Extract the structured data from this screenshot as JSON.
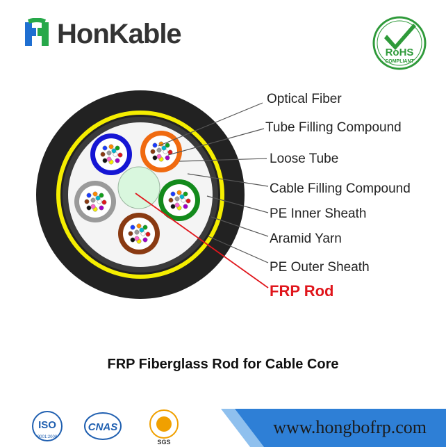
{
  "brand": {
    "name": "HonKable"
  },
  "badge": {
    "top": "RoHS",
    "bottom": "COMPLIANT"
  },
  "labels": [
    {
      "id": "optical-fiber",
      "text": "Optical Fiber"
    },
    {
      "id": "tube-filling-compound",
      "text": "Tube Filling Compound"
    },
    {
      "id": "loose-tube",
      "text": "Loose Tube"
    },
    {
      "id": "cable-filling-compound",
      "text": "Cable Filling Compound"
    },
    {
      "id": "pe-inner-sheath",
      "text": "PE Inner Sheath"
    },
    {
      "id": "aramid-yarn",
      "text": "Aramid Yarn"
    },
    {
      "id": "pe-outer-sheath",
      "text": "PE Outer Sheath"
    },
    {
      "id": "frp-rod",
      "text": "FRP Rod"
    }
  ],
  "caption": "FRP Fiberglass Rod for Cable Core",
  "certs": {
    "iso": "ISO",
    "iso_sub": "9001:2008",
    "cnas": "CNAS",
    "sgs": "SGS"
  },
  "footer": {
    "url": "www.hongbofrp.com"
  },
  "colors": {
    "outer_sheath": "#222222",
    "aramid_yarn": "#f5ee00",
    "inner_sheath": "#3a3a3a",
    "filling": "#f4f4f4",
    "frp_rod": "#d9f7de",
    "leader_red": "#e0161c",
    "tube_blue": "#1515d4",
    "tube_orange": "#f06a10",
    "tube_green": "#138a1c",
    "tube_brown": "#8a3a12",
    "tube_gray": "#9a9a9a",
    "footer_blue": "#2e7fd6"
  }
}
